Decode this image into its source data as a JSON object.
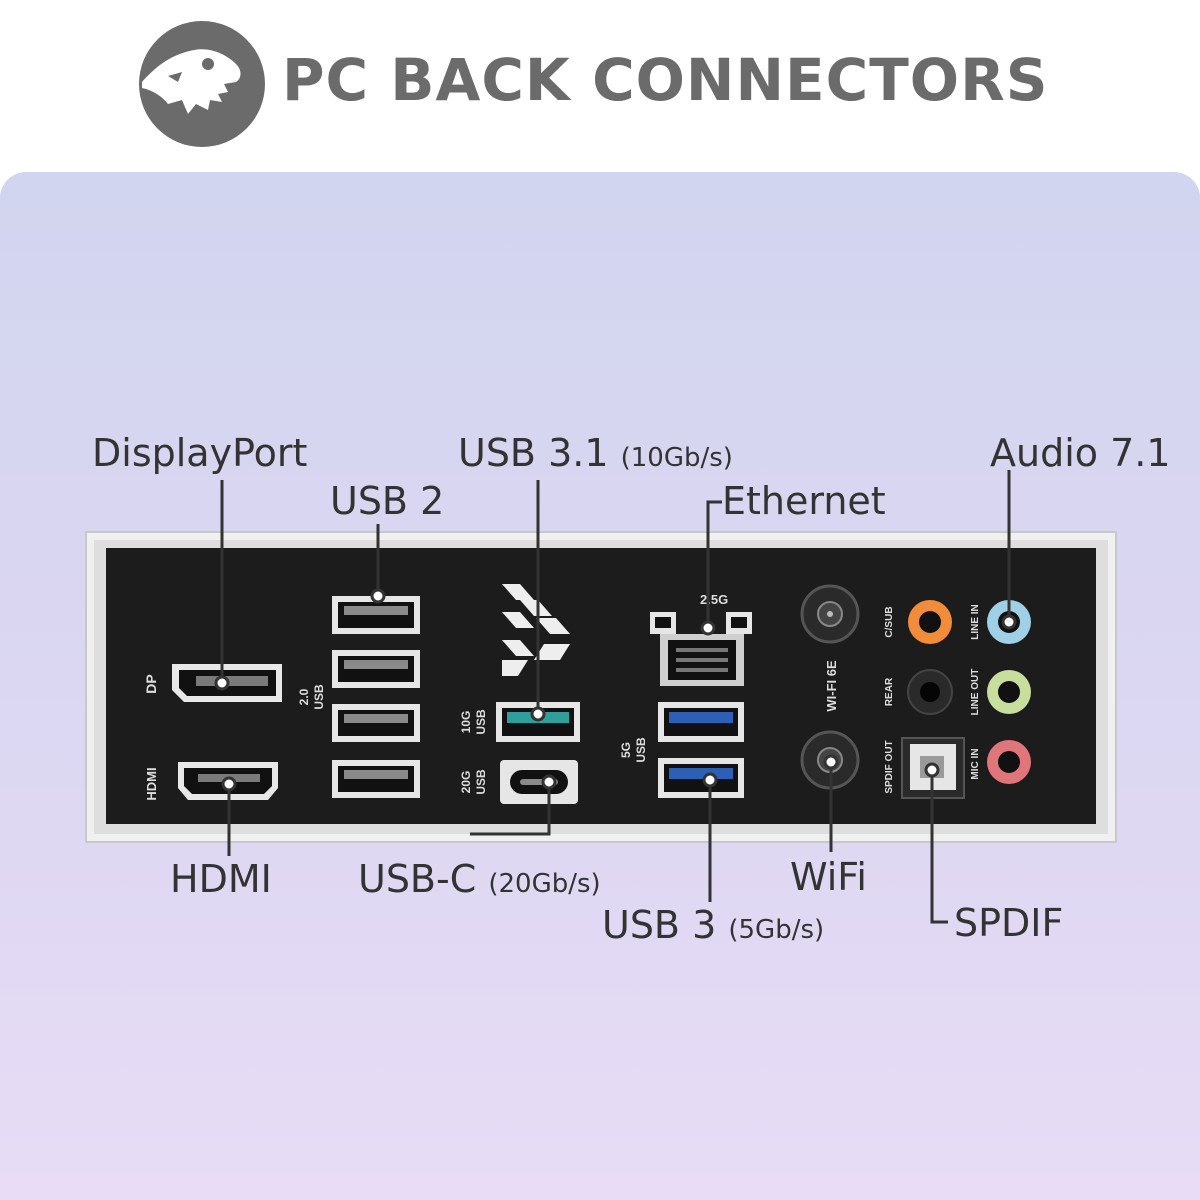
{
  "header": {
    "title": "PC BACK CONNECTORS",
    "logo_icon": "dinosaur-skull-logo"
  },
  "labels": {
    "displayport": "DisplayPort",
    "usb2": "USB 2",
    "usb31": {
      "main": "USB 3.1",
      "speed": "(10Gb/s)"
    },
    "ethernet": "Ethernet",
    "audio": "Audio 7.1",
    "hdmi": "HDMI",
    "usbc": {
      "main": "USB-C",
      "speed": "(20Gb/s)"
    },
    "wifi": "WiFi",
    "usb3": {
      "main": "USB 3",
      "speed": "(5Gb/s)"
    },
    "spdif": "SPDIF"
  },
  "panel_print": {
    "dp": "DP",
    "hdmi": "HDMI",
    "usb20": [
      "2.0",
      "USB"
    ],
    "usb10g": [
      "10G",
      "USB"
    ],
    "usb20g": [
      "20G",
      "USB"
    ],
    "usb5g": [
      "5G",
      "USB"
    ],
    "lan": "2.5G",
    "wifi6e": "WI-FI 6E",
    "csub": "C/SUB",
    "rear": "REAR",
    "spdif_out": "SPDIF OUT",
    "line_in": "LINE IN",
    "line_out": "LINE OUT",
    "mic_in": "MIC IN"
  },
  "colors": {
    "title": "#6b6b6b",
    "panel_gradient": [
      "#d2d5ef",
      "#e8dcf6"
    ],
    "io_shield": "#1c1c1c",
    "label_text": "#333333",
    "usb31_teal": "#2e9f9a",
    "usb3_blue": "#2c5fb5",
    "audio_orange": "#f08c3a",
    "audio_blue": "#9fd0e6",
    "audio_green": "#c7de9c",
    "audio_pink": "#e0757a"
  }
}
